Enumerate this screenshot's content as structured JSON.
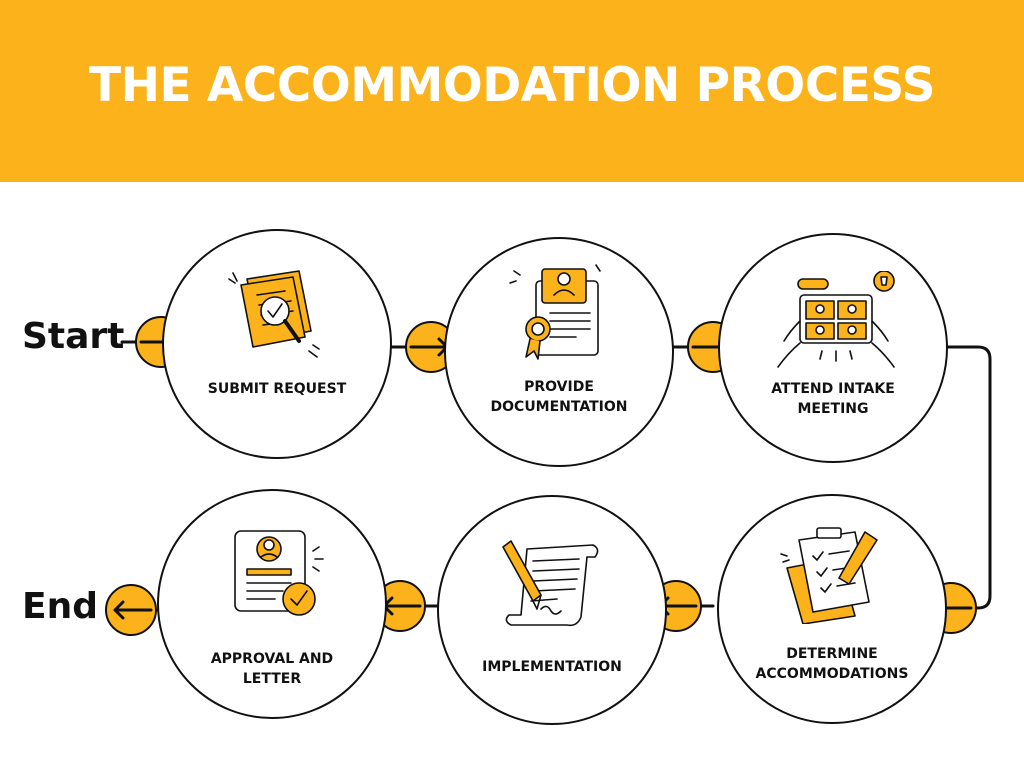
{
  "header": {
    "title": "THE ACCOMMODATION PROCESS",
    "background_color": "#fcb21b"
  },
  "colors": {
    "accent": "#fcb21b",
    "line": "#111111"
  },
  "terminals": {
    "start": "Start",
    "end": "End"
  },
  "steps": [
    {
      "label": "SUBMIT REQUEST",
      "icon": "document-magnifier-icon"
    },
    {
      "label": "PROVIDE\nDOCUMENTATION",
      "icon": "certificate-badge-icon"
    },
    {
      "label": "ATTEND INTAKE\nMEETING",
      "icon": "video-meeting-tablet-icon"
    },
    {
      "label": "DETERMINE\nACCOMMODATIONS",
      "icon": "clipboard-checklist-icon"
    },
    {
      "label": "IMPLEMENTATION",
      "icon": "scroll-pen-icon"
    },
    {
      "label": "APPROVAL AND\nLETTER",
      "icon": "approved-id-card-icon"
    }
  ]
}
